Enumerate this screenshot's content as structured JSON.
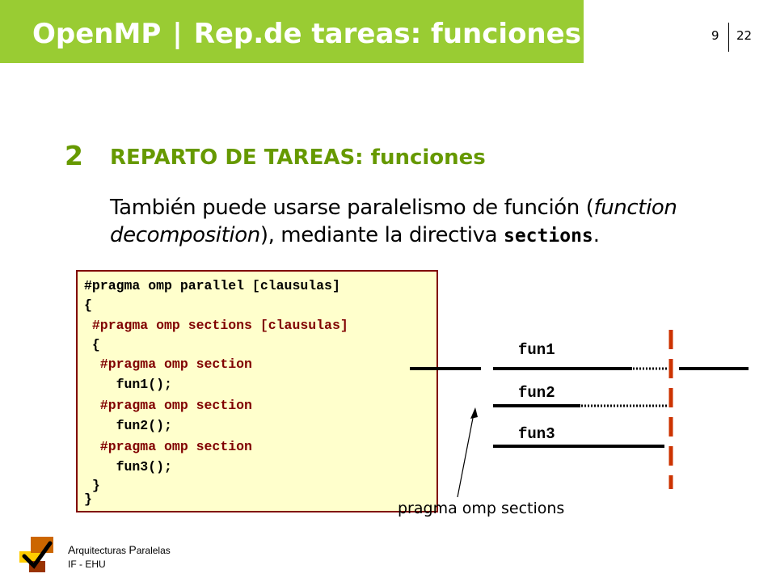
{
  "header": {
    "app_name": "OpenMP",
    "separator": "|",
    "topic": "Rep.de tareas: funciones",
    "current_page": "9",
    "total_pages": "22"
  },
  "section": {
    "number": "2",
    "heading": "REPARTO DE TAREAS: funciones"
  },
  "paragraph": {
    "text_1": "También puede usarse paralelismo de función (",
    "italic": "function decomposition",
    "text_2": "), mediante la directiva ",
    "directive": "sections",
    "text_3": "."
  },
  "code": {
    "lines": [
      "#pragma omp parallel [clausulas]",
      "{",
      " #pragma omp sections [clausulas]",
      " {",
      "  #pragma omp section",
      "    fun1();",
      "  #pragma omp section",
      "    fun2();",
      "  #pragma omp section",
      "    fun3();",
      " }",
      "}"
    ]
  },
  "diagram": {
    "tasks": [
      "fun1",
      "fun2",
      "fun3"
    ],
    "caption": "pragma omp sections"
  },
  "footer": {
    "line1_cap1": "A",
    "line1_rest1": "rquitecturas ",
    "line1_cap2": "P",
    "line1_rest2": "aralelas",
    "line2": "IF - EHU"
  },
  "colors": {
    "title_bar": "#99cc33",
    "heading": "#669900",
    "code_background": "#ffffcc",
    "code_border": "#800000",
    "barrier": "#cc3300"
  },
  "icons": {
    "logo": "checkmark-icon"
  }
}
